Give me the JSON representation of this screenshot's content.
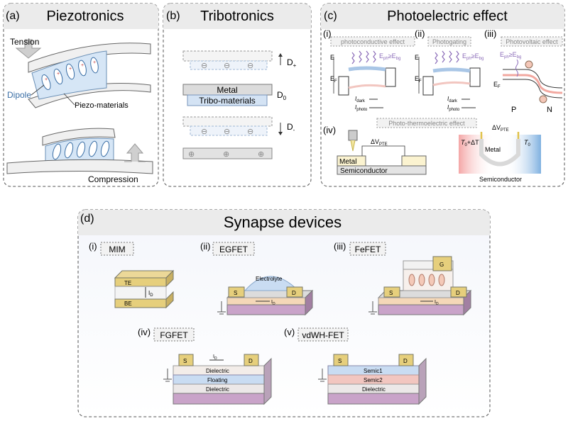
{
  "panels": {
    "a": {
      "letter": "(a)",
      "title": "Piezotronics",
      "tension": "Tension",
      "dipole": "Dipole",
      "piezo_materials": "Piezo-materials",
      "compression": "Compression"
    },
    "b": {
      "letter": "(b)",
      "title": "Tribotronics",
      "d_plus": "D",
      "d_plus_sub": "+",
      "d_zero": "D",
      "d_zero_sub": "0",
      "d_minus": "D",
      "d_minus_sub": "-",
      "metal": "Metal",
      "tribo": "Tribo-materials",
      "minus_sign": "⊖",
      "plus_sign": "⊕"
    },
    "c": {
      "letter": "(c)",
      "title": "Photoelectric effect",
      "sub_i": "(i)",
      "sub_ii": "(ii)",
      "sub_iii": "(iii)",
      "sub_iv": "(iv)",
      "photoconductive": "photoconductive effect",
      "photogating": "Photogating",
      "photovoltaic": "Photovoltaic effect",
      "photothermo": "Photo-thermoelectric effect",
      "e_axis": "E",
      "ef": "E",
      "ef_sub": "F",
      "eph": "E",
      "eph_sub": "ph",
      "geq": "≥E",
      "ebg_sub": "bg",
      "i_letter": "I",
      "dark_sub": "dark",
      "photo_sub": "photo",
      "p_label": "P",
      "n_label": "N",
      "delta_v": "ΔV",
      "pte_sub": "PTE",
      "metal": "Metal",
      "semiconductor": "Semiconductor",
      "t0_dt": "T",
      "t0_dt_sub": "0",
      "t0_dt_tail": "+ΔT",
      "t0": "T",
      "t0_sub": "0"
    },
    "d": {
      "letter": "(d)",
      "title": "Synapse devices",
      "sub_i": "(i)",
      "sub_ii": "(ii)",
      "sub_iii": "(iii)",
      "sub_iv": "(iv)",
      "sub_v": "(v)",
      "mim": "MIM",
      "egfet": "EGFET",
      "fefet": "FeFET",
      "fgfet": "FGFET",
      "vdwh": "vdWH-FET",
      "te": "TE",
      "be": "BE",
      "id": "I",
      "id_sub": "D",
      "electrolyte": "Electrolyte",
      "s": "S",
      "d_label": "D",
      "g": "G",
      "dielectric": "Dielectric",
      "floating": "Floating",
      "semic1": "Semic1",
      "semic2": "Semic2"
    }
  },
  "colors": {
    "header_bg": "#ebebeb",
    "gold": "#e8cf7a",
    "purple": "#c9a3c9",
    "blue_layer": "#c9dcf2",
    "red_layer": "#f2c6c0",
    "lilac": "#b58ac0",
    "dipole_blue": "#3a6ea5"
  }
}
